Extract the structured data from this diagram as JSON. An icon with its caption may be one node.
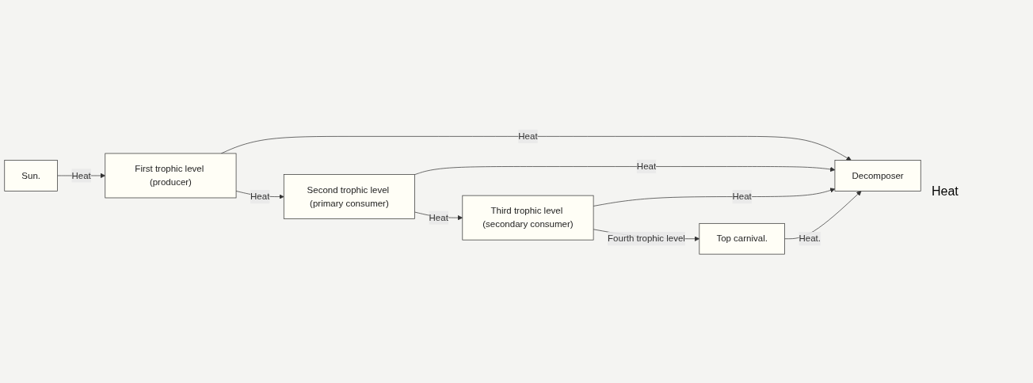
{
  "diagram": {
    "nodes": [
      {
        "text": [
          "Sun."
        ]
      },
      {
        "text": [
          "First trophic level (producer)"
        ]
      },
      {
        "text": [
          "Second trophic level (primary consumer)"
        ]
      },
      {
        "text": [
          "Third trophic level (secondary consumer)"
        ]
      },
      {
        "text": [
          "Decomposer"
        ]
      },
      {
        "text": [
          "Top carnival."
        ]
      }
    ],
    "edges": [
      {
        "from": 0,
        "to": 1,
        "arrow": "to",
        "label": "Heat"
      },
      {
        "from": 1,
        "to": 2,
        "arrow": "to",
        "label": "Heat"
      },
      {
        "from": 2,
        "to": 3,
        "arrow": "to",
        "label": "Heat"
      },
      {
        "from": 1,
        "to": 4,
        "arrow": "to",
        "label": "Heat"
      },
      {
        "from": 2,
        "to": 4,
        "arrow": "to",
        "label": "Heat"
      },
      {
        "from": 3,
        "to": 4,
        "arrow": "to",
        "label": "Heat"
      },
      {
        "from": 3,
        "to": 5,
        "arrow": "to",
        "label": "Fourth trophic level"
      },
      {
        "from": 5,
        "to": 4,
        "arrow": "to",
        "label": "Heat."
      }
    ],
    "labels": [
      "Heat"
    ]
  }
}
